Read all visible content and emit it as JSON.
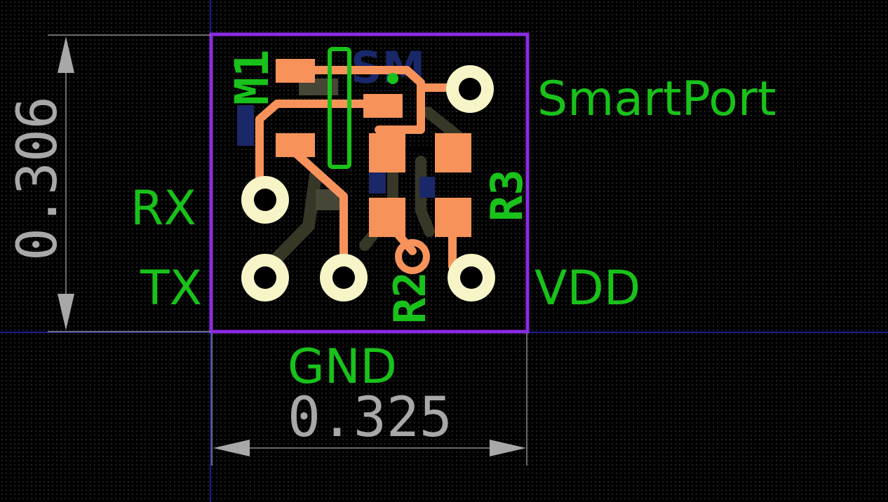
{
  "colors": {
    "background": "#000000",
    "outline": "#8a2be2",
    "copper_top": "#f7935a",
    "copper_bottom": "#1c2a6e",
    "silkscreen": "#19c21a",
    "pad_ring": "#f7f5c8",
    "dimension": "#a8a8a8",
    "axis": "#2828c8"
  },
  "dimensions": {
    "height": "0.306",
    "width": "0.325"
  },
  "components": {
    "module": "M1",
    "resistor_2": "R2",
    "resistor_3": "R3",
    "bottom_ghost": "SM"
  },
  "pins": {
    "smartport": "SmartPort",
    "rx": "RX",
    "tx": "TX",
    "vdd": "VDD",
    "gnd": "GND"
  },
  "icons": {
    "arrow": "dimension-arrow-icon",
    "pad": "through-hole-pad-icon"
  }
}
